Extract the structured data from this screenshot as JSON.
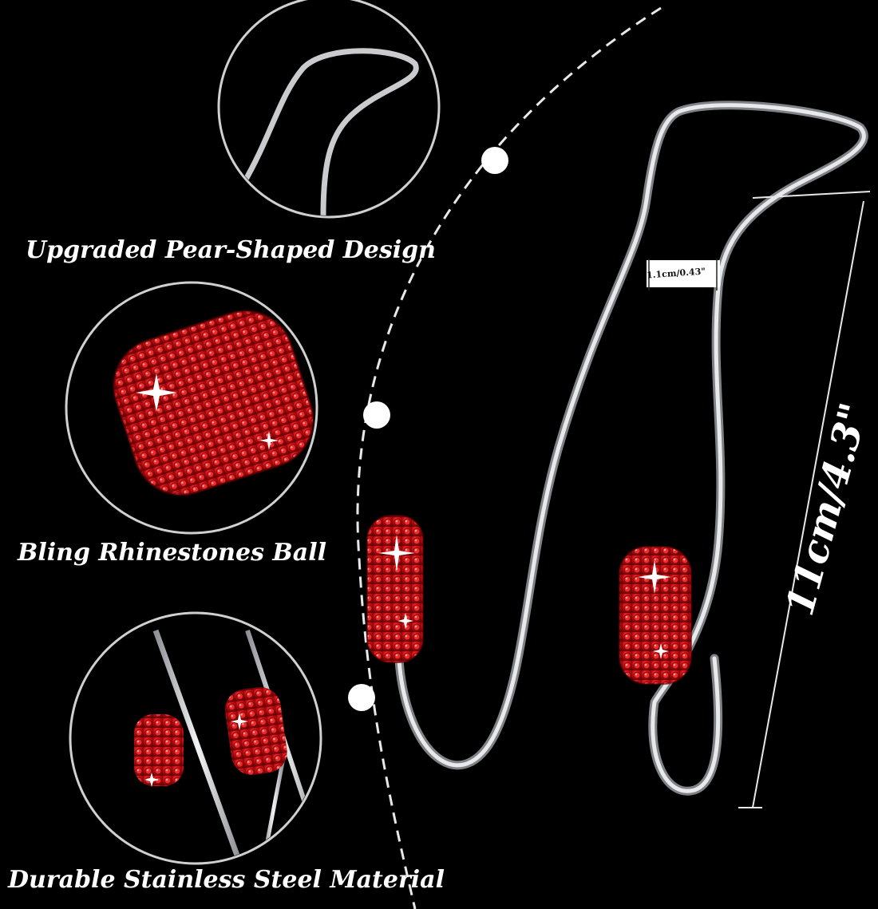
{
  "features": [
    {
      "caption": "Upgraded Pear-Shaped Design",
      "icon": "pear-hook-closeup"
    },
    {
      "caption": "Bling Rhinestones Ball",
      "icon": "rhinestone-closeup"
    },
    {
      "caption": "Durable Stainless Steel Material",
      "icon": "steel-closeup"
    }
  ],
  "dimensions": {
    "width_label": "1.1cm/0.43\"",
    "height_label": "11cm/4.3\""
  },
  "colors": {
    "background": "#000000",
    "rhinestone_red": "#d40e14",
    "steel": "#c9cbce",
    "text": "#ffffff"
  }
}
